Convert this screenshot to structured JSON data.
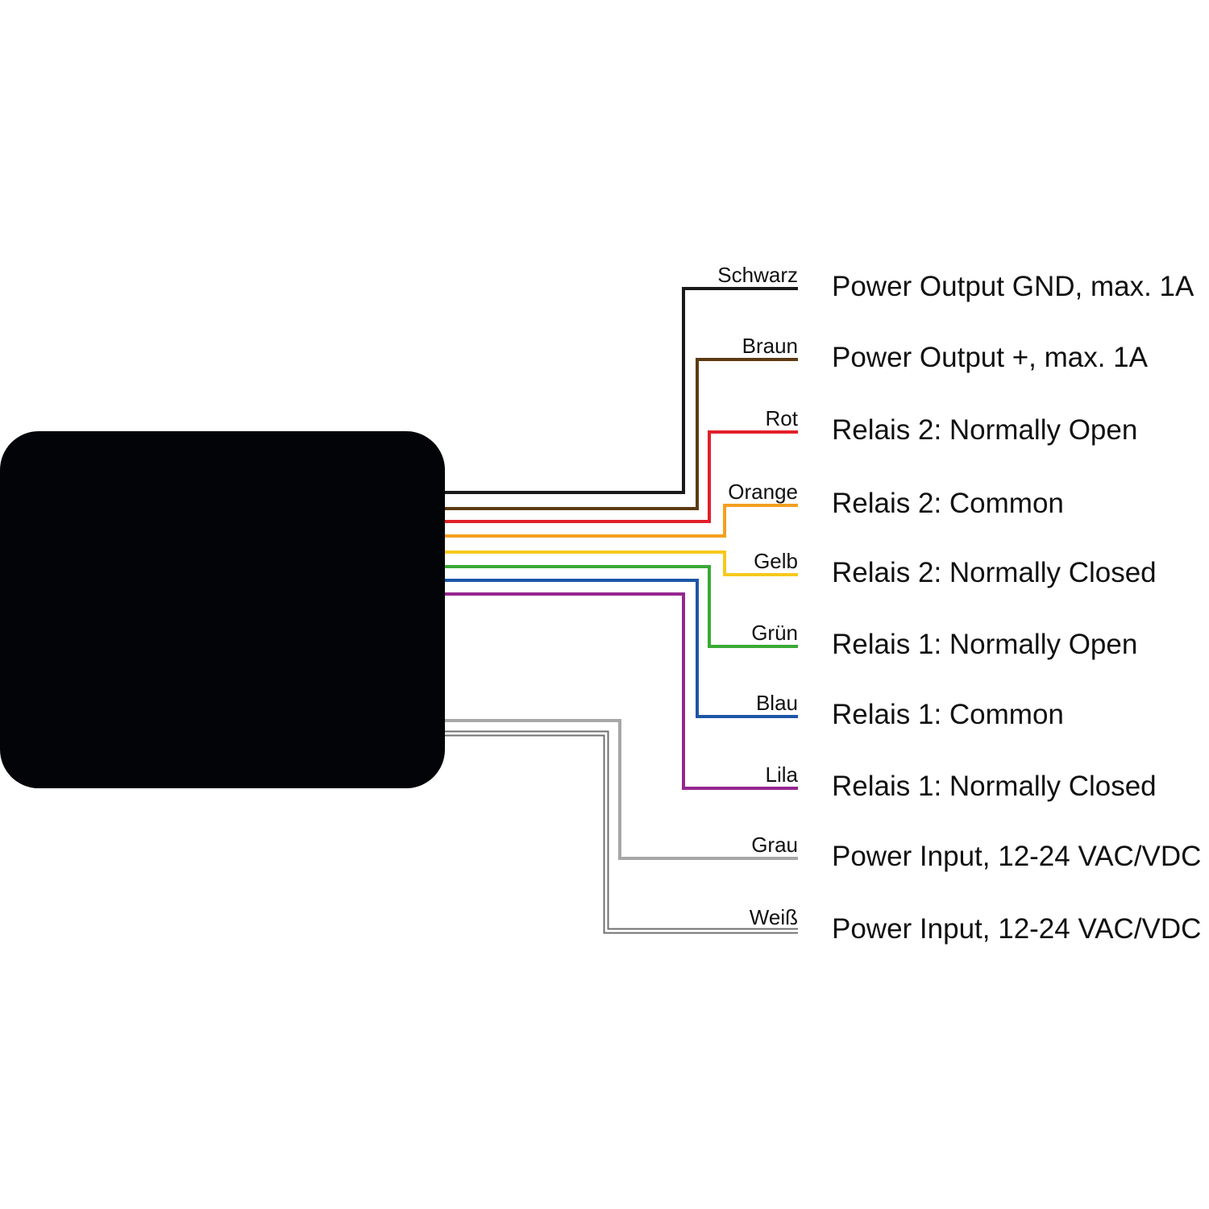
{
  "device": {
    "color": "#030407"
  },
  "wires": [
    {
      "key": "schwarz",
      "color_name": "Schwarz",
      "function": "Power Output GND, max. 1A",
      "stroke": "#1a1a1a"
    },
    {
      "key": "braun",
      "color_name": "Braun",
      "function": "Power Output +, max. 1A",
      "stroke": "#5c3a12"
    },
    {
      "key": "rot",
      "color_name": "Rot",
      "function": "Relais 2: Normally Open",
      "stroke": "#e1202a"
    },
    {
      "key": "orange",
      "color_name": "Orange",
      "function": "Relais 2: Common",
      "stroke": "#f4a020"
    },
    {
      "key": "gelb",
      "color_name": "Gelb",
      "function": "Relais 2: Normally Closed",
      "stroke": "#f7c91c"
    },
    {
      "key": "gruen",
      "color_name": "Grün",
      "function": "Relais 1: Normally Open",
      "stroke": "#3aa935"
    },
    {
      "key": "blau",
      "color_name": "Blau",
      "function": "Relais 1: Common",
      "stroke": "#1c56a6"
    },
    {
      "key": "lila",
      "color_name": "Lila",
      "function": "Relais 1: Normally Closed",
      "stroke": "#96278f"
    },
    {
      "key": "grau",
      "color_name": "Grau",
      "function": "Power Input, 12-24 VAC/VDC",
      "stroke": "#a7a7a7"
    },
    {
      "key": "weiss",
      "color_name": "Weiß",
      "function": "Power Input, 12-24 VAC/VDC",
      "stroke": "#ffffff",
      "outline": "#6f6f6f"
    }
  ]
}
